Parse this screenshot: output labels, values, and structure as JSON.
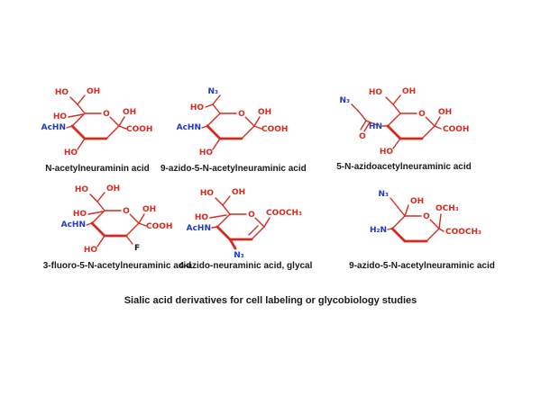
{
  "figure": {
    "caption": "Sialic acid derivatives for cell labeling or glycobiology studies"
  },
  "colors": {
    "red": "#d42b1e",
    "blue": "#1f3bbf",
    "ink": "#1a1a1a"
  },
  "molecules": [
    {
      "caption": "N-acetylneuraminin acid",
      "labels": {
        "ho_top": "HO",
        "oh_top": "OH",
        "ho_left": "HO",
        "achn": "AcHN",
        "ho_bottom": "HO",
        "ring_o": "O",
        "oh_anomeric": "OH",
        "cooh": "COOH"
      }
    },
    {
      "caption": "9-azido-5-N-acetylneuraminic acid",
      "labels": {
        "n3_top": "N₃",
        "ho_chain": "HO",
        "achn": "AcHN",
        "ho_bottom": "HO",
        "ring_o": "O",
        "oh_anomeric": "OH",
        "cooh": "COOH"
      }
    },
    {
      "caption": "5-N-azidoacetylneuraminic acid",
      "labels": {
        "n3": "N₃",
        "carbonyl_o": "O",
        "hn": "HN",
        "ho_top": "HO",
        "oh_top": "OH",
        "ho_bottom": "HO",
        "ring_o": "O",
        "oh_anomeric": "OH",
        "cooh": "COOH"
      }
    },
    {
      "caption": "3-fluoro-5-N-acetylneuraminic acid",
      "labels": {
        "ho_top": "HO",
        "oh_top": "OH",
        "ho_left": "HO",
        "achn": "AcHN",
        "ho_bottom": "HO",
        "ring_o": "O",
        "oh_anomeric": "OH",
        "cooh": "COOH",
        "f": "F"
      }
    },
    {
      "caption": "4-azido-neuraminic acid, glycal",
      "labels": {
        "ho_top": "HO",
        "oh_top": "OH",
        "ho_left": "HO",
        "achn": "AcHN",
        "n3_bottom": "N₃",
        "ring_o": "O",
        "cooch3": "COOCH₃"
      }
    },
    {
      "caption": "9-azido-5-N-acetylneuraminic acid",
      "labels": {
        "n3_top": "N₃",
        "oh_top": "OH",
        "och3": "OCH₃",
        "h2n": "H₂N",
        "ring_o": "O",
        "cooch3": "COOCH₃"
      }
    }
  ]
}
